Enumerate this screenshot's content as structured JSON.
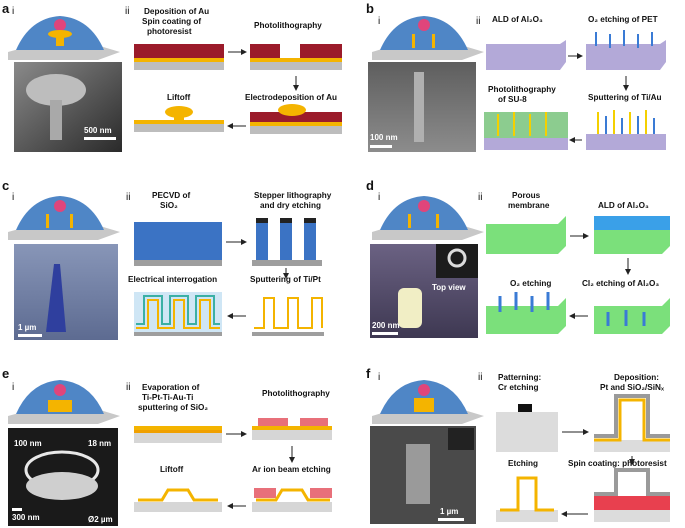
{
  "panels": [
    {
      "id": "a",
      "label": "a",
      "i": "i",
      "ii": "ii",
      "scale_bar": "500 nm",
      "steps": [
        "Deposition of Au",
        "Spin coating of",
        "photoresist",
        "Photolithography",
        "Liftoff",
        "Electrodeposition of Au"
      ]
    },
    {
      "id": "b",
      "label": "b",
      "i": "i",
      "ii": "ii",
      "scale_bar": "100 nm",
      "steps": [
        "ALD of Al₂O₃",
        "O₂ etching of PET",
        "Photolithography",
        "of SU-8",
        "Sputtering of Ti/Au"
      ]
    },
    {
      "id": "c",
      "label": "c",
      "i": "i",
      "ii": "ii",
      "scale_bar": "1 µm",
      "steps": [
        "PECVD of",
        "SiO₂",
        "Stepper lithography",
        "and dry etching",
        "Electrical interrogation",
        "Sputtering of Ti/Pt"
      ]
    },
    {
      "id": "d",
      "label": "d",
      "i": "i",
      "ii": "ii",
      "scale_bar": "200 nm",
      "inset": "Top view",
      "steps": [
        "Porous",
        "membrane",
        "ALD of Al₂O₃",
        "O₂ etching",
        "Cl₂ etching of Al₂O₃"
      ]
    },
    {
      "id": "e",
      "label": "e",
      "i": "i",
      "ii": "ii",
      "scale_bar": "300 nm",
      "annotations": [
        "100 nm",
        "18 nm",
        "Ø2 µm"
      ],
      "steps": [
        "Evaporation of",
        "Ti-Pt-Ti-Au-Ti",
        "sputtering of SiO₂",
        "Photolithography",
        "Liftoff",
        "Ar ion beam etching"
      ]
    },
    {
      "id": "f",
      "label": "f",
      "i": "i",
      "ii": "ii",
      "scale_bar": "1 µm",
      "steps": [
        "Patterning:",
        "Cr etching",
        "Deposition:",
        "Pt and SiO₂/SiNₓ",
        "Etching",
        "Spin coating: photoresist"
      ]
    }
  ],
  "colors": {
    "cell": "#4f86c6",
    "nucleus": "#e0457b",
    "gold": "#f4b400",
    "substrate": "#bdbdbd",
    "resist": "#9b1b2a",
    "sio2": "#3b73c4",
    "membrane": "#7be07b",
    "alumina": "#3aa0e8"
  }
}
